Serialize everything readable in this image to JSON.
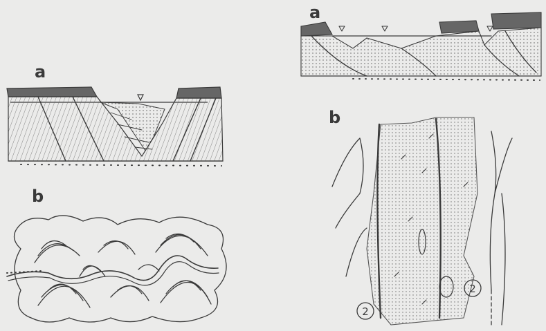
{
  "panels": {
    "left_top": {
      "label": "a"
    },
    "left_bottom": {
      "label": "b"
    },
    "right_top": {
      "label": "a"
    },
    "right_bottom": {
      "label": "b"
    }
  },
  "map_annotations": [
    "2",
    "2"
  ],
  "colors": {
    "background": "#ebebea",
    "ink": "#3a3a3a",
    "fill": "#c9c9c6"
  }
}
